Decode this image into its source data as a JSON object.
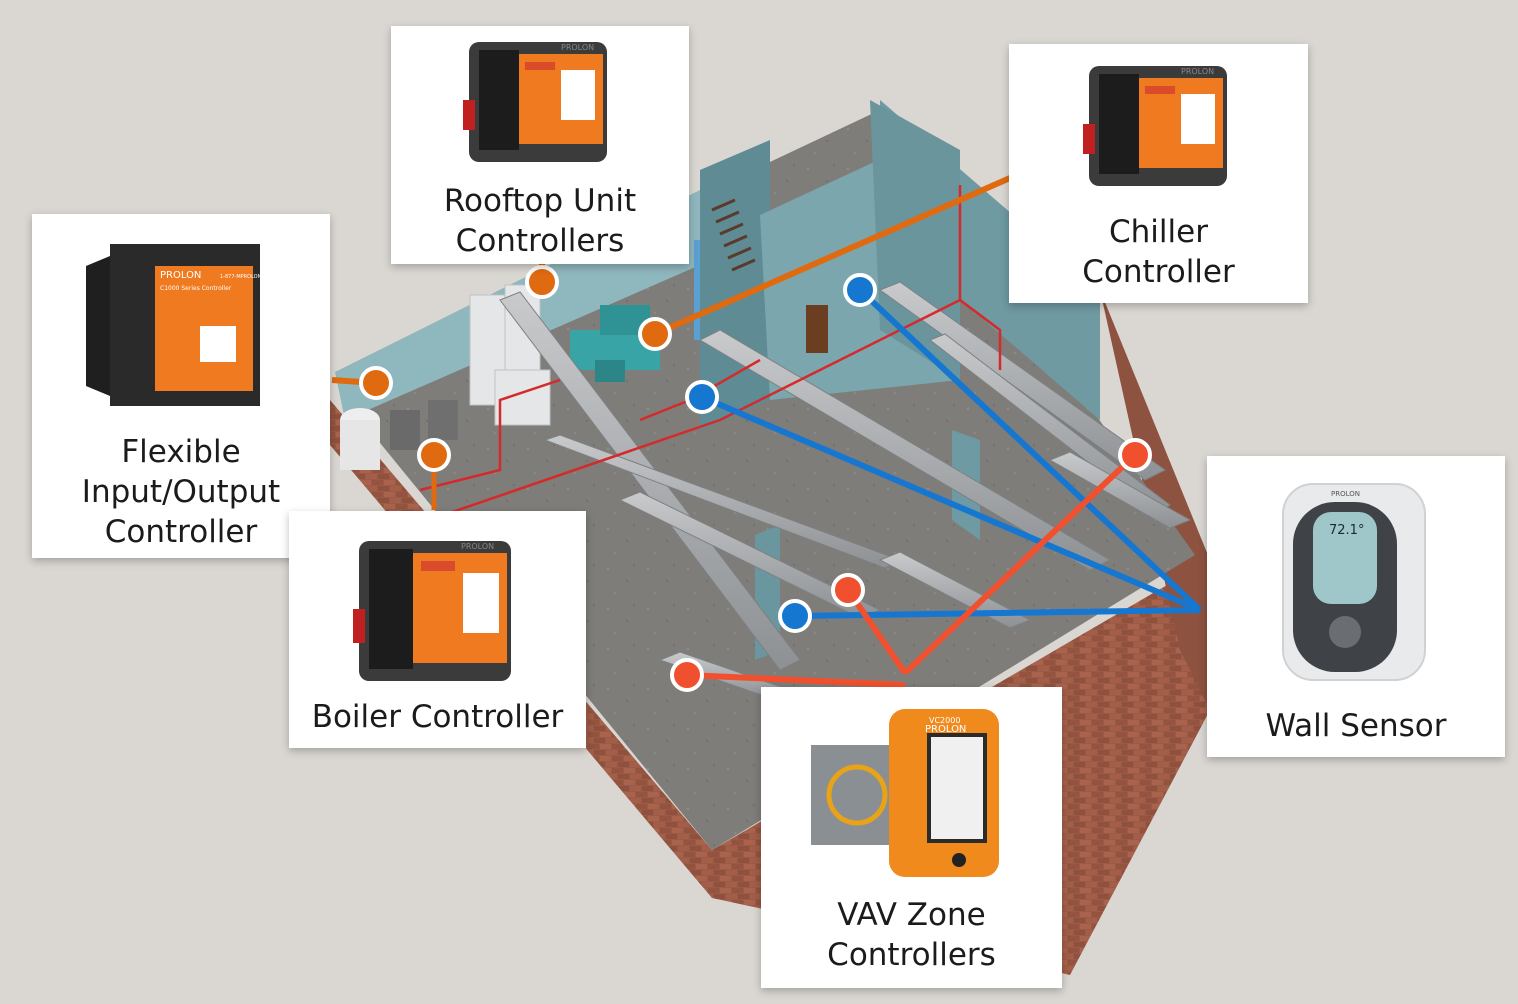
{
  "nodes": {
    "rooftop": {
      "label": "Rooftop Unit\nControllers"
    },
    "chiller": {
      "label": "Chiller\nController"
    },
    "flexible": {
      "label": "Flexible\nInput/Output\nController"
    },
    "boiler": {
      "label": "Boiler Controller"
    },
    "vav": {
      "label": "VAV Zone\nControllers"
    },
    "wall_sensor": {
      "label": "Wall Sensor",
      "display_temp": "72.1°"
    }
  },
  "devices": {
    "brand": "PROLON",
    "flexible_header": "C1000 Series Controller",
    "phone": "1-877-MPROLON",
    "vav_model": "VC2000"
  },
  "colors": {
    "orange": "#e06a10",
    "blue": "#1677d0",
    "red": "#f0502e",
    "power_red": "#d42a2a"
  }
}
